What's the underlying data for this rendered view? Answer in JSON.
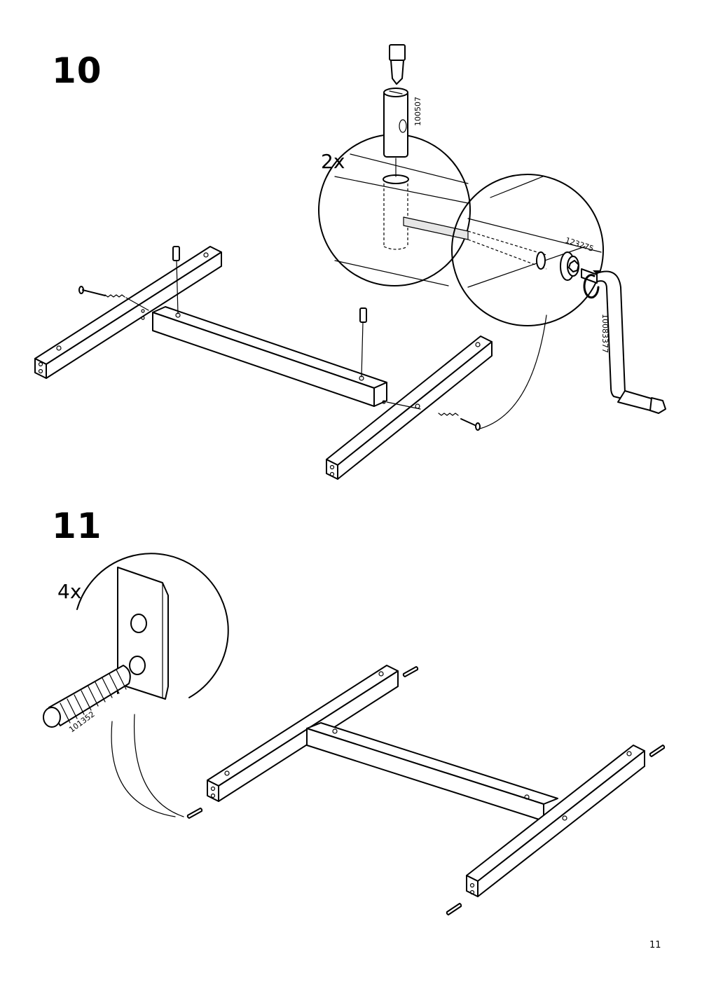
{
  "steps": {
    "step10": {
      "number": "10",
      "quantity": "2x",
      "parts": {
        "dowel": "100507",
        "bolt": "123275",
        "key": "10083377"
      }
    },
    "step11": {
      "number": "11",
      "quantity": "4x",
      "parts": {
        "dowel": "101352"
      }
    }
  },
  "page_number": "11"
}
